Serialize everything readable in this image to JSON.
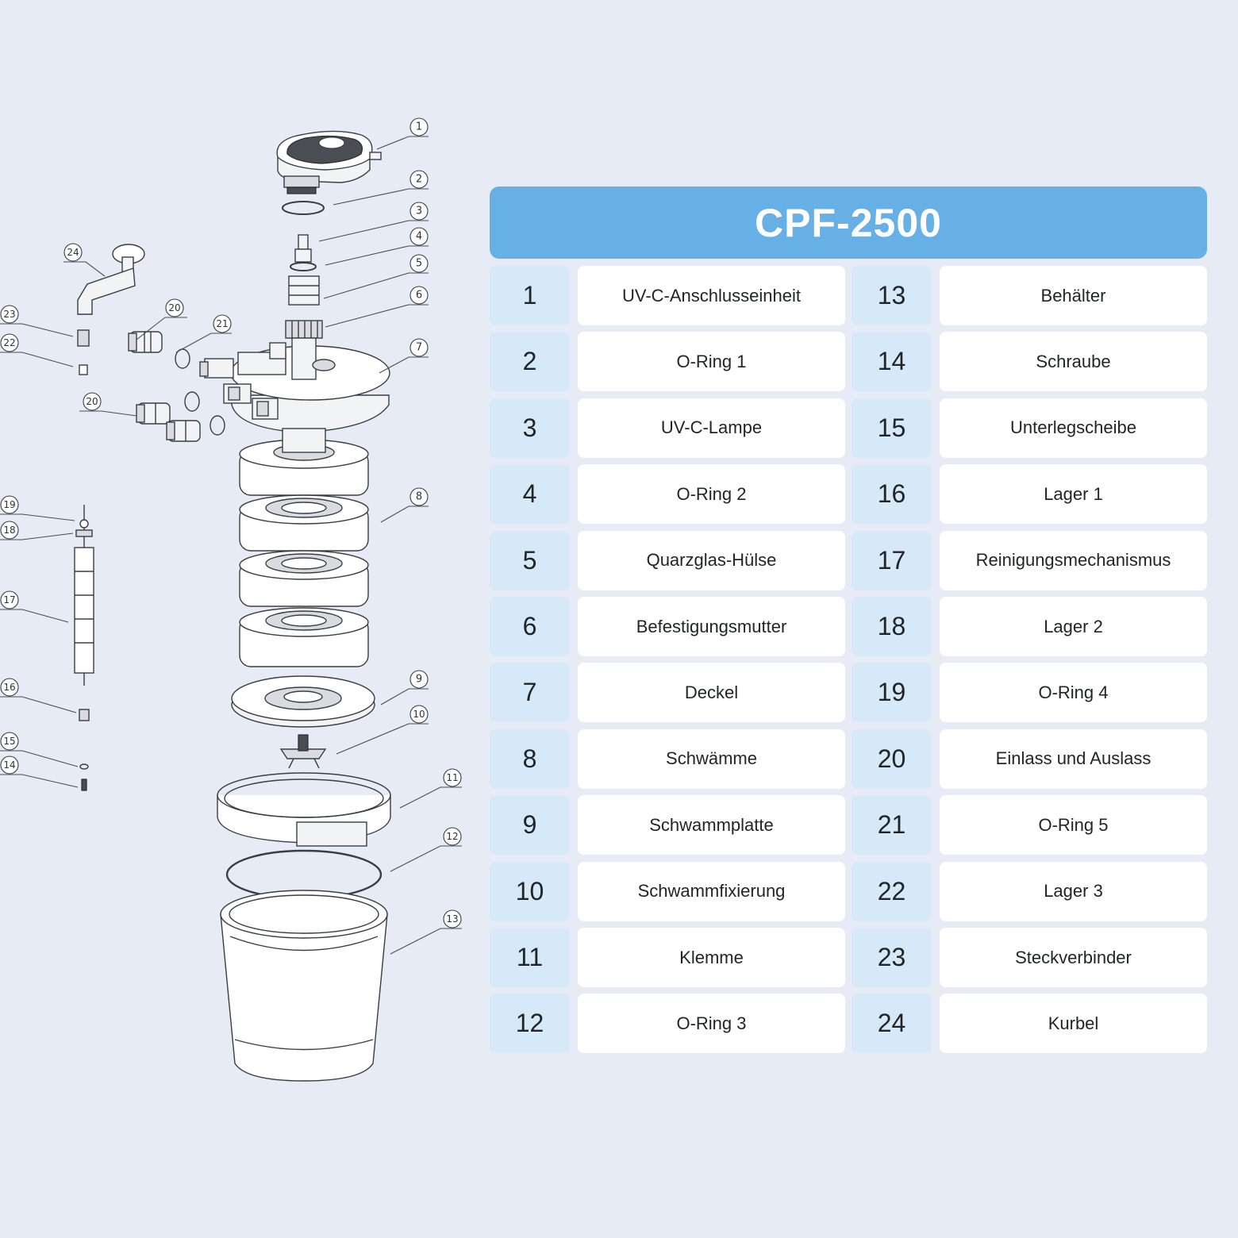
{
  "model": "CPF-2500",
  "callouts": [
    "1",
    "2",
    "3",
    "4",
    "5",
    "6",
    "7",
    "8",
    "9",
    "10",
    "11",
    "12",
    "13",
    "14",
    "15",
    "16",
    "17",
    "18",
    "19",
    "20",
    "20",
    "21",
    "22",
    "23",
    "24"
  ],
  "parts": [
    {
      "number": "1",
      "name": "UV-C-Anschlusseinheit"
    },
    {
      "number": "2",
      "name": "O-Ring 1"
    },
    {
      "number": "3",
      "name": "UV-C-Lampe"
    },
    {
      "number": "4",
      "name": "O-Ring 2"
    },
    {
      "number": "5",
      "name": "Quarzglas-Hülse"
    },
    {
      "number": "6",
      "name": "Befestigungsmutter"
    },
    {
      "number": "7",
      "name": "Deckel"
    },
    {
      "number": "8",
      "name": "Schwämme"
    },
    {
      "number": "9",
      "name": "Schwammplatte"
    },
    {
      "number": "10",
      "name": "Schwammfixierung"
    },
    {
      "number": "11",
      "name": "Klemme"
    },
    {
      "number": "12",
      "name": "O-Ring 3"
    },
    {
      "number": "13",
      "name": "Behälter"
    },
    {
      "number": "14",
      "name": "Schraube"
    },
    {
      "number": "15",
      "name": "Unterlegscheibe"
    },
    {
      "number": "16",
      "name": "Lager 1"
    },
    {
      "number": "17",
      "name": "Reinigungsmechanismus"
    },
    {
      "number": "18",
      "name": "Lager 2"
    },
    {
      "number": "19",
      "name": "O-Ring 4"
    },
    {
      "number": "20",
      "name": "Einlass und Auslass"
    },
    {
      "number": "21",
      "name": "O-Ring 5"
    },
    {
      "number": "22",
      "name": "Lager 3"
    },
    {
      "number": "23",
      "name": "Steckverbinder"
    },
    {
      "number": "24",
      "name": "Kurbel"
    }
  ],
  "colors": {
    "background": "#e6ebf6",
    "header": "#66b0e6",
    "number_cell": "#d6e9f8",
    "name_cell": "#ffffff"
  }
}
